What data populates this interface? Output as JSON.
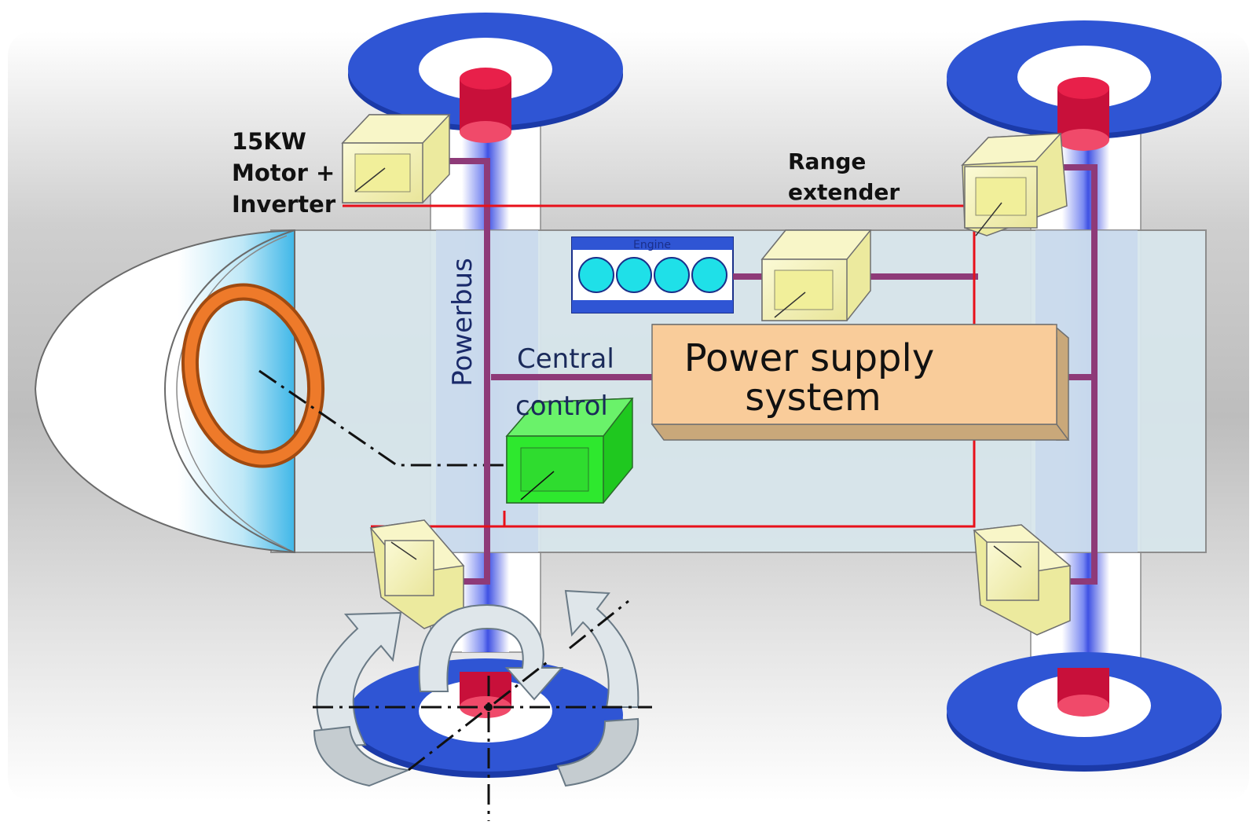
{
  "labels": {
    "motor": [
      "15KW",
      "Motor +",
      "Inverter"
    ],
    "range_extender": [
      "Range",
      "extender"
    ],
    "engine": "Engine",
    "powerbus": "Powerbus",
    "central_control": [
      "Central",
      "control"
    ],
    "power_supply": [
      "Power supply",
      "system"
    ]
  },
  "colors": {
    "wheel": "#2f55d4",
    "wheel_dark": "#1b3aa8",
    "hub": "#e8204a",
    "module_box": "#f4f2b0",
    "control_box": "#2ee82e",
    "power_supply_box": "#f9cc9a",
    "powerbus": "#8e3a78",
    "signal_wire": "#e8101a",
    "engine_cylinder": "#1fe0e8",
    "steering_ring": "#e06a1a",
    "arrow": "#dfe6ea"
  }
}
